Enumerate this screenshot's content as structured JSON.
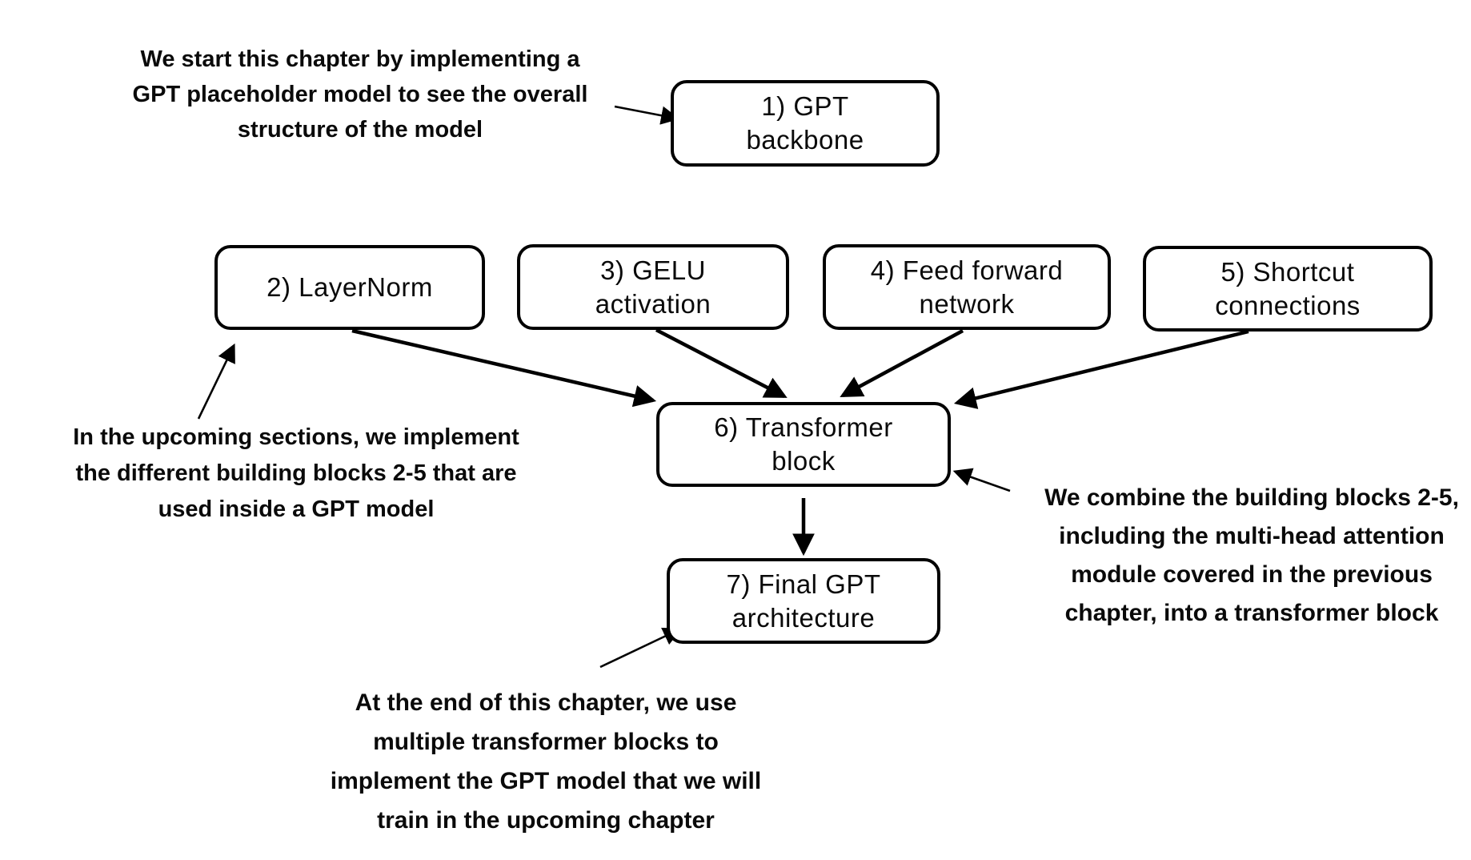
{
  "colors": {
    "background": "#ffffff",
    "box_fill": "#ffffff",
    "box_border": "#000000",
    "arrow": "#000000",
    "text": "#0a0a0a"
  },
  "boxes": [
    {
      "id": "gpt-backbone",
      "lines": [
        "1) GPT",
        "backbone"
      ]
    },
    {
      "id": "layernorm",
      "lines": [
        "2) LayerNorm"
      ]
    },
    {
      "id": "gelu-activation",
      "lines": [
        "3) GELU",
        "activation"
      ]
    },
    {
      "id": "feed-forward-network",
      "lines": [
        "4) Feed forward",
        "network"
      ]
    },
    {
      "id": "shortcut-connections",
      "lines": [
        "5) Shortcut",
        "connections"
      ]
    },
    {
      "id": "transformer-block",
      "lines": [
        "6) Transformer",
        "block"
      ]
    },
    {
      "id": "final-gpt-architecture",
      "lines": [
        "7) Final GPT",
        "architecture"
      ]
    }
  ],
  "notes": {
    "top_left": {
      "lines": [
        "We start this chapter by implementing a",
        "GPT placeholder model to see the overall",
        "structure of the model"
      ]
    },
    "left": {
      "lines": [
        "In the upcoming sections, we implement",
        "the different building blocks 2-5 that are",
        "used inside a GPT model"
      ]
    },
    "right": {
      "lines": [
        "We combine the building blocks 2-5,",
        "including the multi-head attention",
        "module covered in the previous",
        "chapter, into a transformer block"
      ]
    },
    "bottom": {
      "lines": [
        "At the end of this chapter, we use",
        "multiple transformer blocks to",
        "implement the GPT model that we will",
        "train in the upcoming chapter"
      ]
    }
  }
}
